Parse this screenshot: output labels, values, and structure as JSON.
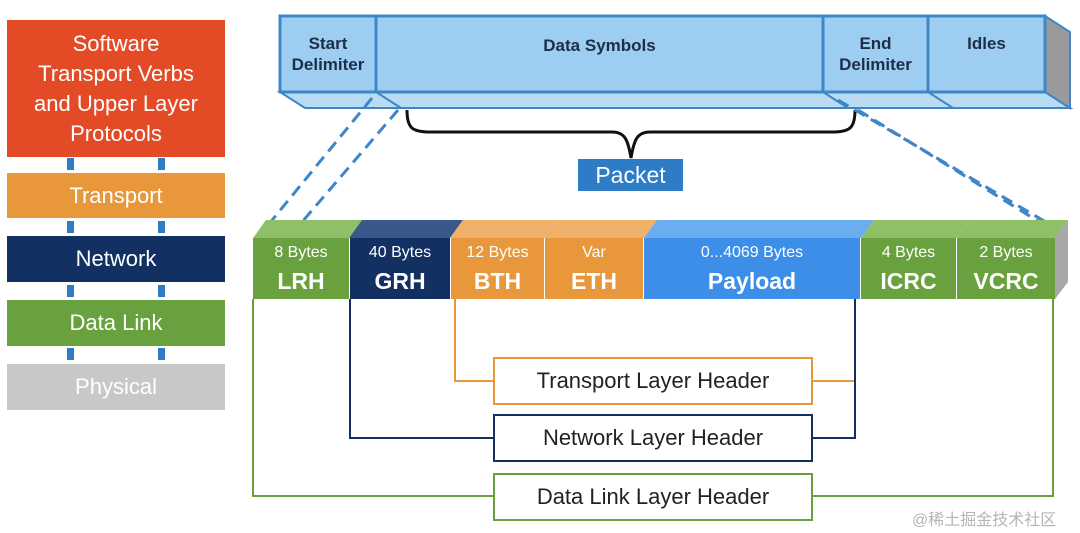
{
  "colors": {
    "software": "#e24b26",
    "transport": "#e8973a",
    "network": "#123062",
    "datalink": "#6aa13f",
    "physical": "#c8c8c8",
    "wire": "#9dcdf0",
    "payload": "#3c8ee8",
    "packet": "#2e7cc6"
  },
  "stack": {
    "software": "Software\nTransport Verbs\nand Upper Layer\nProtocols",
    "transport": "Transport",
    "network": "Network",
    "datalink": "Data Link",
    "physical": "Physical"
  },
  "wire": {
    "start": "Start\nDelimiter",
    "data": "Data Symbols",
    "end": "End\nDelimiter",
    "idles": "Idles"
  },
  "packet_label": "Packet",
  "fields": [
    {
      "size": "8 Bytes",
      "name": "LRH"
    },
    {
      "size": "40 Bytes",
      "name": "GRH"
    },
    {
      "size": "12 Bytes",
      "name": "BTH"
    },
    {
      "size": "Var",
      "name": "ETH"
    },
    {
      "size": "0...4069 Bytes",
      "name": "Payload"
    },
    {
      "size": "4 Bytes",
      "name": "ICRC"
    },
    {
      "size": "2 Bytes",
      "name": "VCRC"
    }
  ],
  "headers": {
    "transport": "Transport Layer Header",
    "network": "Network Layer Header",
    "datalink": "Data Link Layer Header"
  },
  "watermark": "@稀土掘金技术社区"
}
